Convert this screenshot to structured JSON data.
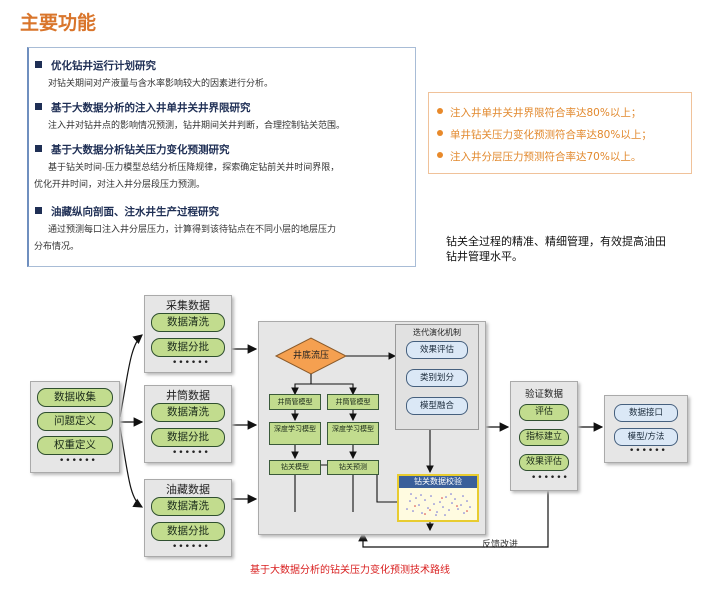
{
  "title": "主要功能",
  "sections": [
    {
      "heading": "优化钻井运行计划研究",
      "body": [
        "对钻关期间对产液量与含水率影响较大的因素进行分析。"
      ]
    },
    {
      "heading": "基于大数据分析的注入井单井关井界限研究",
      "body": [
        "注入井对钻井点的影响情况预测，钻井期间关井判断，合理控制钻关范围。"
      ]
    },
    {
      "heading": "基于大数据分析钻关压力变化预测研究",
      "body": [
        "基于钻关时间-压力模型总结分析压降规律，探索确定钻前关井时间界限，",
        "优化开井时间，对注入井分层段压力预测。"
      ]
    },
    {
      "heading": "油藏纵向剖面、注水井生产过程研究",
      "body": [
        "通过预测每口注入井分层压力，计算得到该待钻点在不同小层的地层压力",
        "分布情况。"
      ]
    }
  ],
  "goals": [
    "注入井单井关井界限符合率达80%以上；",
    "单井钻关压力变化预测符合率达80%以上；",
    "注入井分层压力预测符合率达70%以上。"
  ],
  "summary": "钻关全过程的精准、精细管理，有效提高油田钻井管理水平。",
  "diagram": {
    "input": {
      "items": [
        "数据收集",
        "问题定义",
        "权重定义"
      ],
      "more": "••••••"
    },
    "sources": [
      {
        "label": "采集数据",
        "items": [
          "数据清洗",
          "数据分批"
        ],
        "more": "••••••"
      },
      {
        "label": "井筒数据",
        "items": [
          "数据清洗",
          "数据分批"
        ],
        "more": "••••••"
      },
      {
        "label": "油藏数据",
        "items": [
          "数据清洗",
          "数据分批"
        ],
        "more": "••••••"
      }
    ],
    "core": {
      "decision": "井底流压",
      "left_col": [
        "井筒管模型",
        "深度学习模型",
        "钻关模型"
      ],
      "right_col": [
        "井筒管模型",
        "深度学习模型",
        "钻关预测"
      ],
      "iteration": {
        "label": "迭代演化机制",
        "items": [
          "效果评估",
          "类别划分",
          "模型融合"
        ]
      },
      "check_label": "钻关数据校验"
    },
    "validation": {
      "label": "验证数据",
      "items": [
        "评估",
        "指标建立",
        "效果评估"
      ],
      "more": "••••••"
    },
    "output": {
      "items": [
        "数据接口",
        "模型/方法"
      ],
      "more": "••••••"
    },
    "feedback": "反馈改进",
    "caption": "基于大数据分析的钻关压力变化预测技术路线"
  },
  "colors": {
    "title": "#d9752b",
    "heading": "#1f2f55",
    "goal": "#e2892e",
    "pill": "#c2dc8e",
    "diamond": "#f5a050",
    "caption": "#d92020"
  }
}
